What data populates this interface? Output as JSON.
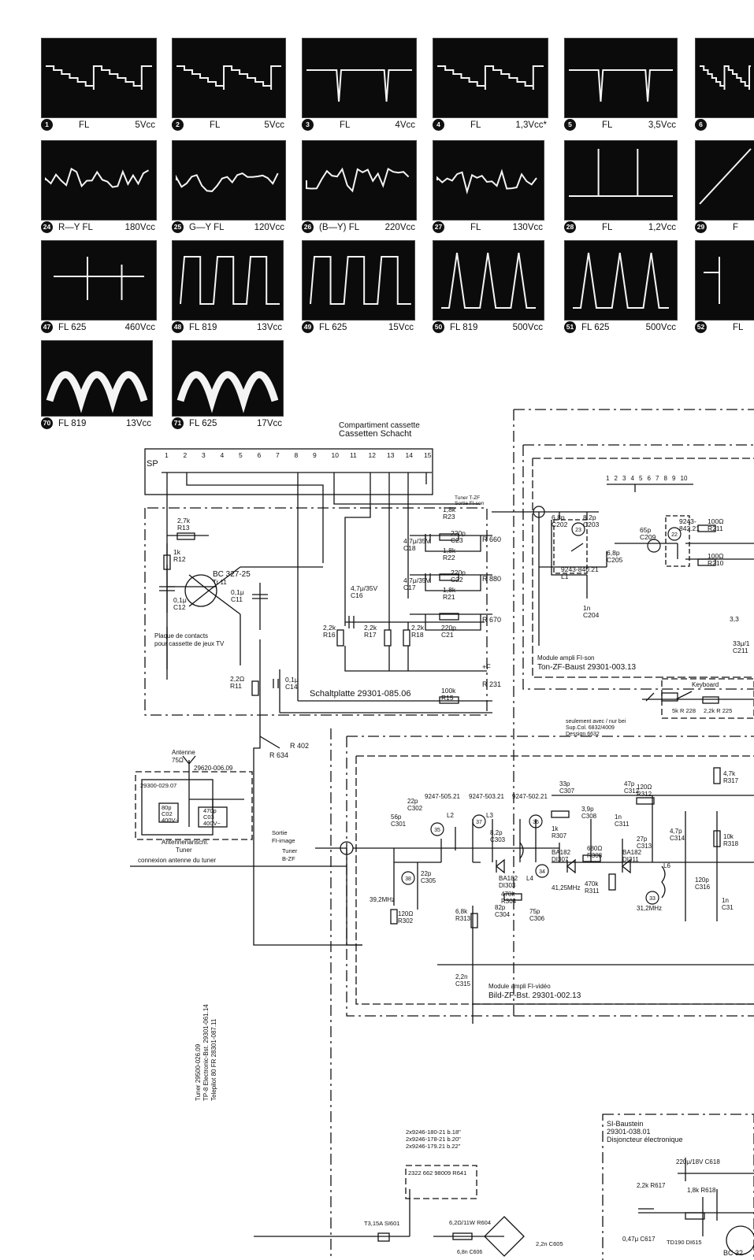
{
  "scopes": [
    {
      "n": "1",
      "mode": "FL",
      "volt": "5Vcc"
    },
    {
      "n": "2",
      "mode": "FL",
      "volt": "5Vcc"
    },
    {
      "n": "3",
      "mode": "FL",
      "volt": "4Vcc"
    },
    {
      "n": "4",
      "mode": "FL",
      "volt": "1,3Vcc*"
    },
    {
      "n": "5",
      "mode": "FL",
      "volt": "3,5Vcc"
    },
    {
      "n": "6",
      "mode": "",
      "volt": ""
    },
    {
      "n": "24",
      "mode": "R—Y  FL",
      "volt": "180Vcc"
    },
    {
      "n": "25",
      "mode": "G—Y  FL",
      "volt": "120Vcc"
    },
    {
      "n": "26",
      "mode": "(B—Y)  FL",
      "volt": "220Vcc"
    },
    {
      "n": "27",
      "mode": "FL",
      "volt": "130Vcc"
    },
    {
      "n": "28",
      "mode": "FL",
      "volt": "1,2Vcc"
    },
    {
      "n": "29",
      "mode": "F",
      "volt": ""
    },
    {
      "n": "47",
      "mode": "FL  625",
      "volt": "460Vcc"
    },
    {
      "n": "48",
      "mode": "FL  819",
      "volt": "13Vcc"
    },
    {
      "n": "49",
      "mode": "FL  625",
      "volt": "15Vcc"
    },
    {
      "n": "50",
      "mode": "FL  819",
      "volt": "500Vcc"
    },
    {
      "n": "51",
      "mode": "FL  625",
      "volt": "500Vcc"
    },
    {
      "n": "52",
      "mode": "FL",
      "volt": ""
    },
    {
      "n": "70",
      "mode": "FL  819",
      "volt": "13Vcc"
    },
    {
      "n": "71",
      "mode": "FL  625",
      "volt": "17Vcc"
    }
  ],
  "schematic": {
    "cassette_title_fr": "Compartiment cassette",
    "cassette_title_de": "Cassetten Schacht",
    "sp_label": "SP",
    "pins": [
      "1",
      "2",
      "3",
      "4",
      "5",
      "6",
      "7",
      "8",
      "9",
      "10",
      "11",
      "12",
      "13",
      "14",
      "15"
    ],
    "contact_plate": "Plaque de contacts\npour cassette de jeux TV",
    "schaltplatte": "Schaltplatte  29301-085.06",
    "transistor": "BC 327-25",
    "transistor_ref": "Tr 11",
    "parts": {
      "r13": "2,7k R13",
      "r12": "1k R12",
      "c12": "0,1μ C12",
      "c11": "0,1μ C11",
      "r11": "2,2Ω R11",
      "c14": "0,1μ C14",
      "r15": "100k R15",
      "r16": "2,2k R16",
      "r17": "2,2k R17",
      "r18": "2,2k R18",
      "c16": "4,7μ/35V C16",
      "c18": "4,7μ/35V C18",
      "c17": "4,7μ/35V C17",
      "r23": "1,8k R23",
      "r22": "1,8k R22",
      "r21": "1,8k R21",
      "c23": "220p C23",
      "c22": "220p C22",
      "c21": "220p C21"
    },
    "outputs": [
      "R 660",
      "R 880",
      "R 670",
      "+F",
      "R 231"
    ],
    "r402": "R 402",
    "r634": "R 634",
    "antenna": "Antenne\n75Ω",
    "tuner_pcb": "29620-006.09",
    "tuner_box": "29300-029.07",
    "c02": "80p C02 400V~",
    "c03": "470p C03 400V~",
    "antenna_conn_de": "Antennenanschl.",
    "antenna_conn_tuner": "Tuner",
    "antenna_conn_fr": "connexion antenne du tuner",
    "tuner_tzf": "Tuner T-ZF\nSortie FI-son",
    "sound_module_fr": "Module ampli FI-son",
    "sound_module_de": "Ton-ZF-Baust  29301-003.13",
    "sound_parts": {
      "c202": "6,8p C202",
      "c203": "8,2p C203",
      "c204": "1n C204",
      "c205": "6,8p C205",
      "c209": "65p C209",
      "l1": "9243-840.21 L1",
      "f842": "9243- 842.21",
      "r211": "100Ω R211",
      "r210": "100Ω R210",
      "c211": "33μ/1 C211",
      "v33": "3,3"
    },
    "conn_numbers": [
      "1",
      "2",
      "3",
      "4",
      "5",
      "6",
      "7",
      "8",
      "9",
      "10"
    ],
    "keyboard_note": "seulement avec / nur bei\nSup.Col. 6832/4009\nDessign 6632",
    "keyboard": "Keyboard",
    "r228": "5k R 228",
    "r225": "2,2k R 225",
    "sortie_fi_image": "Sortie\nFI-image",
    "tuner_bzf": "Tuner\nB-ZF",
    "video_module_fr": "Module ampli FI-vidéo",
    "video_module_de": "Bild-ZF-Bst. 29301-002.13",
    "video_parts": {
      "c301": "56p C301",
      "c302": "22p C302",
      "c305": "22p C305",
      "f505": "9247-505.21",
      "f503": "9247-503.21",
      "f502": "9247-502.21",
      "l2": "L2",
      "l3": "L3",
      "c303": "8,2p C303",
      "c307": "33p C307",
      "c312": "47p C312",
      "r317": "4,7k R317",
      "r307": "1k R307",
      "c308": "3,9p C308",
      "c311": "1n C311",
      "r312": "120Ω R312",
      "c313": "27p C313",
      "c314": "4,7p C314",
      "r318": "10k R318",
      "di303": "BA182 DI303",
      "di307": "BA182 DI307",
      "r308": "680Ω R308",
      "di311": "BA182 DI311",
      "freq412": "41,25MHz",
      "r304": "470k R304",
      "l4": "L4",
      "c304": "82p C304",
      "c306": "75p C306",
      "r311": "470k R311",
      "l6": "L6",
      "freq312": "31,2MHz",
      "c316": "120p C316",
      "c317": "1n C31",
      "freq392": "39,2MHz",
      "r302": "120Ω R302",
      "r313": "6,8k R313",
      "c315": "2,2n C315"
    },
    "ref_rot": "Tuner 29500-026.09\nTP-8 Electronic-Bst. 29301-061.14\nTelepilot 80 FR 28301-087.11",
    "coils": "2x9246-180-21  b.18\"\n2x9246-178-21  b.20\"\n2x9246-179.21  b.22\"",
    "r641": "2322 662 98009 R641",
    "si601": "T3,15A SI601",
    "r604": "6,2Ω/11W R604",
    "c605": "2,2n C605",
    "c606": "6,8n C606",
    "si_module": "SI-Baustein\n29301-038.01\nDisjoncteur électronique",
    "c618": "220μ/18V C618",
    "r617": "2,2k R617",
    "r618": "1,8k R618",
    "c617": "0,47μ C617",
    "di615": "TD190 DI615",
    "bc": "BC 32",
    "circled": [
      "22",
      "23",
      "33",
      "34",
      "35",
      "36",
      "37",
      "38"
    ]
  },
  "colors": {
    "ink": "#111111",
    "scope_bg": "#0b0b0b",
    "trace": "#f4f4f4"
  }
}
